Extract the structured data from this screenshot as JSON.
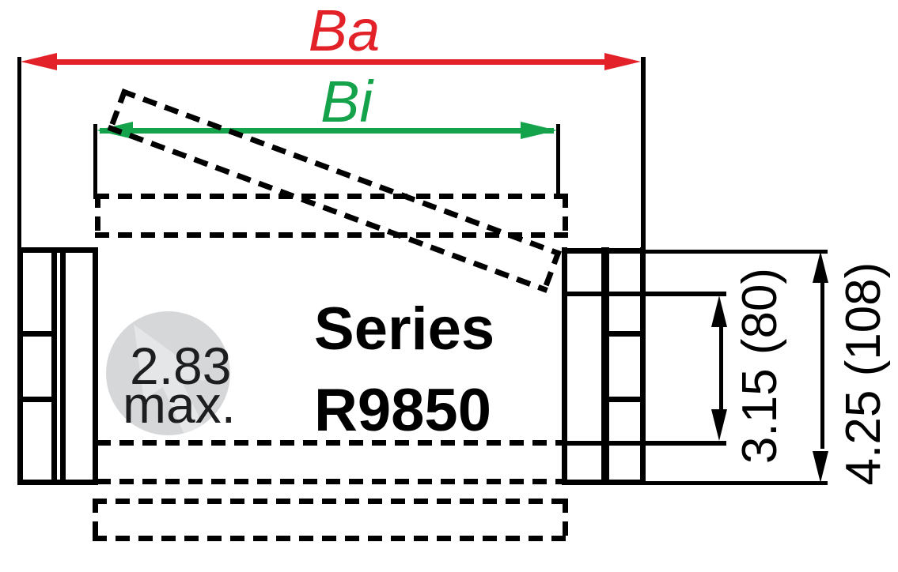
{
  "drawing": {
    "title_series": {
      "line1": "Series",
      "line2": "R9850"
    },
    "bend_note": {
      "line1": "2.83",
      "line2": "max."
    },
    "dimensions": {
      "outer_width": {
        "label": "Ba",
        "color": "#e32128"
      },
      "inner_width": {
        "label": "Bi",
        "color": "#14a24a"
      },
      "inner_height": {
        "label": "3.15 (80)",
        "color": "#000000"
      },
      "outer_height": {
        "label": "4.25 (108)",
        "color": "#000000"
      }
    },
    "colors": {
      "line": "#000000",
      "outer_width_arrow": "#e32128",
      "inner_width_arrow": "#14a24a",
      "watermark_circle": "#d5d7d9",
      "watermark_arrow": "#e4e6e8",
      "background": "#ffffff"
    }
  }
}
